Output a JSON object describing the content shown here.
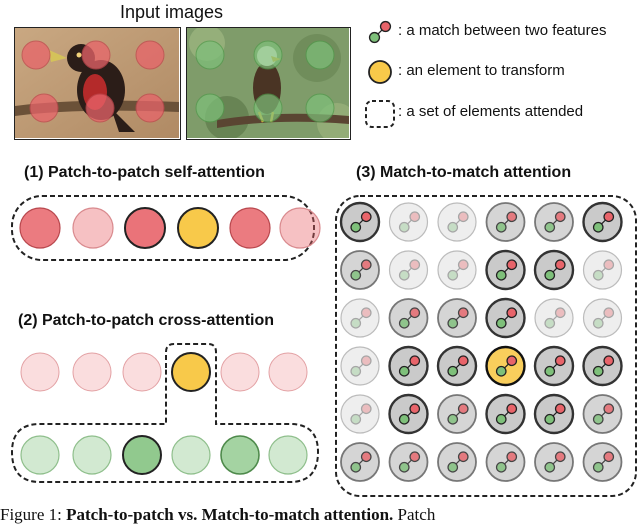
{
  "input_images_label": "Input images",
  "legend": {
    "match": ": a match between two features",
    "element": ": an element to transform",
    "set": ": a set of elements attended"
  },
  "panels": {
    "self_attention": {
      "title": "(1) Patch-to-patch self-attention",
      "circles": [
        "attended",
        "attended-light",
        "attended-dark",
        "query",
        "attended",
        "attended-light"
      ]
    },
    "cross_attention": {
      "title": "(2) Patch-to-patch cross-attention",
      "top_row": [
        "faded",
        "faded",
        "faded",
        "query",
        "faded",
        "faded"
      ],
      "bottom_row": [
        "light",
        "light",
        "dark",
        "light",
        "mid",
        "light"
      ]
    },
    "match_attention": {
      "title": "(3) Match-to-match attention",
      "grid": [
        [
          "dark",
          "faded",
          "faded",
          "mid",
          "mid",
          "dark"
        ],
        [
          "mid",
          "faded",
          "faded",
          "dark",
          "dark",
          "faded"
        ],
        [
          "faded",
          "mid",
          "mid",
          "dark",
          "faded",
          "faded"
        ],
        [
          "faded",
          "dark",
          "dark",
          "query",
          "dark",
          "dark"
        ],
        [
          "faded",
          "dark",
          "mid",
          "dark",
          "dark",
          "mid"
        ],
        [
          "mid",
          "mid",
          "mid",
          "mid",
          "mid",
          "mid"
        ]
      ]
    }
  },
  "figure_caption": {
    "prefix": "Figure 1: ",
    "bold": "Patch-to-patch vs. Match-to-match attention.",
    "rest": " Patch"
  },
  "colors": {
    "red": "#e8646a",
    "green": "#7ec07a",
    "query": "#f8c94a"
  }
}
